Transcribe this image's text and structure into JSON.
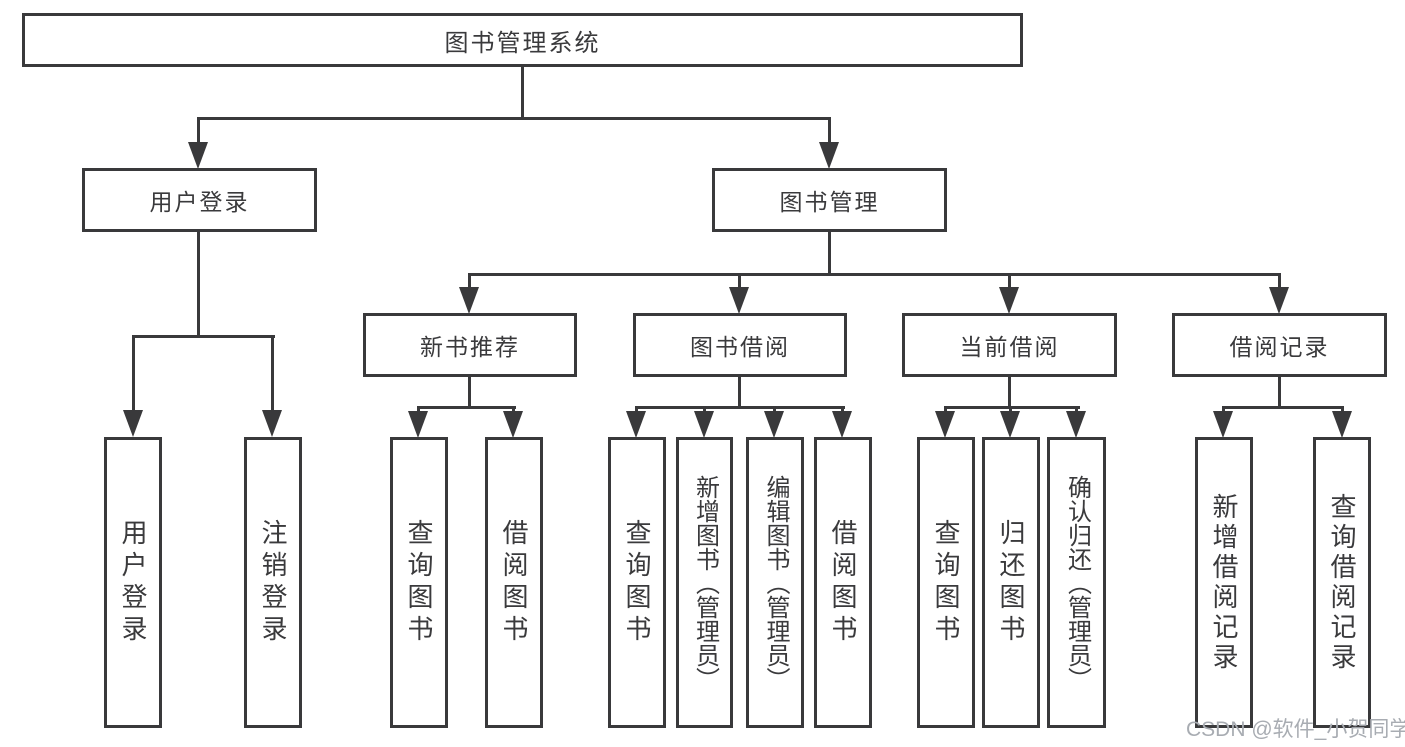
{
  "diagram": {
    "title": "图书管理系统",
    "colors": {
      "line": "#39393b",
      "text": "#3a3a3c",
      "background": "#ffffff",
      "watermark": "#a8acb2"
    },
    "tree": {
      "label": "图书管理系统",
      "children": [
        {
          "label": "用户登录",
          "children": [
            {
              "label": "用户登录"
            },
            {
              "label": "注销登录"
            }
          ]
        },
        {
          "label": "图书管理",
          "children": [
            {
              "label": "新书推荐",
              "children": [
                {
                  "label": "查询图书"
                },
                {
                  "label": "借阅图书"
                }
              ]
            },
            {
              "label": "图书借阅",
              "children": [
                {
                  "label": "查询图书"
                },
                {
                  "label": "新增图书（管理员）"
                },
                {
                  "label": "编辑图书（管理员）"
                },
                {
                  "label": "借阅图书"
                }
              ]
            },
            {
              "label": "当前借阅",
              "children": [
                {
                  "label": "查询图书"
                },
                {
                  "label": "归还图书"
                },
                {
                  "label": "确认归还（管理员）"
                }
              ]
            },
            {
              "label": "借阅记录",
              "children": [
                {
                  "label": "新增借阅记录"
                },
                {
                  "label": "查询借阅记录"
                }
              ]
            }
          ]
        }
      ]
    },
    "watermark": "CSDN @软件_小贺同学"
  }
}
